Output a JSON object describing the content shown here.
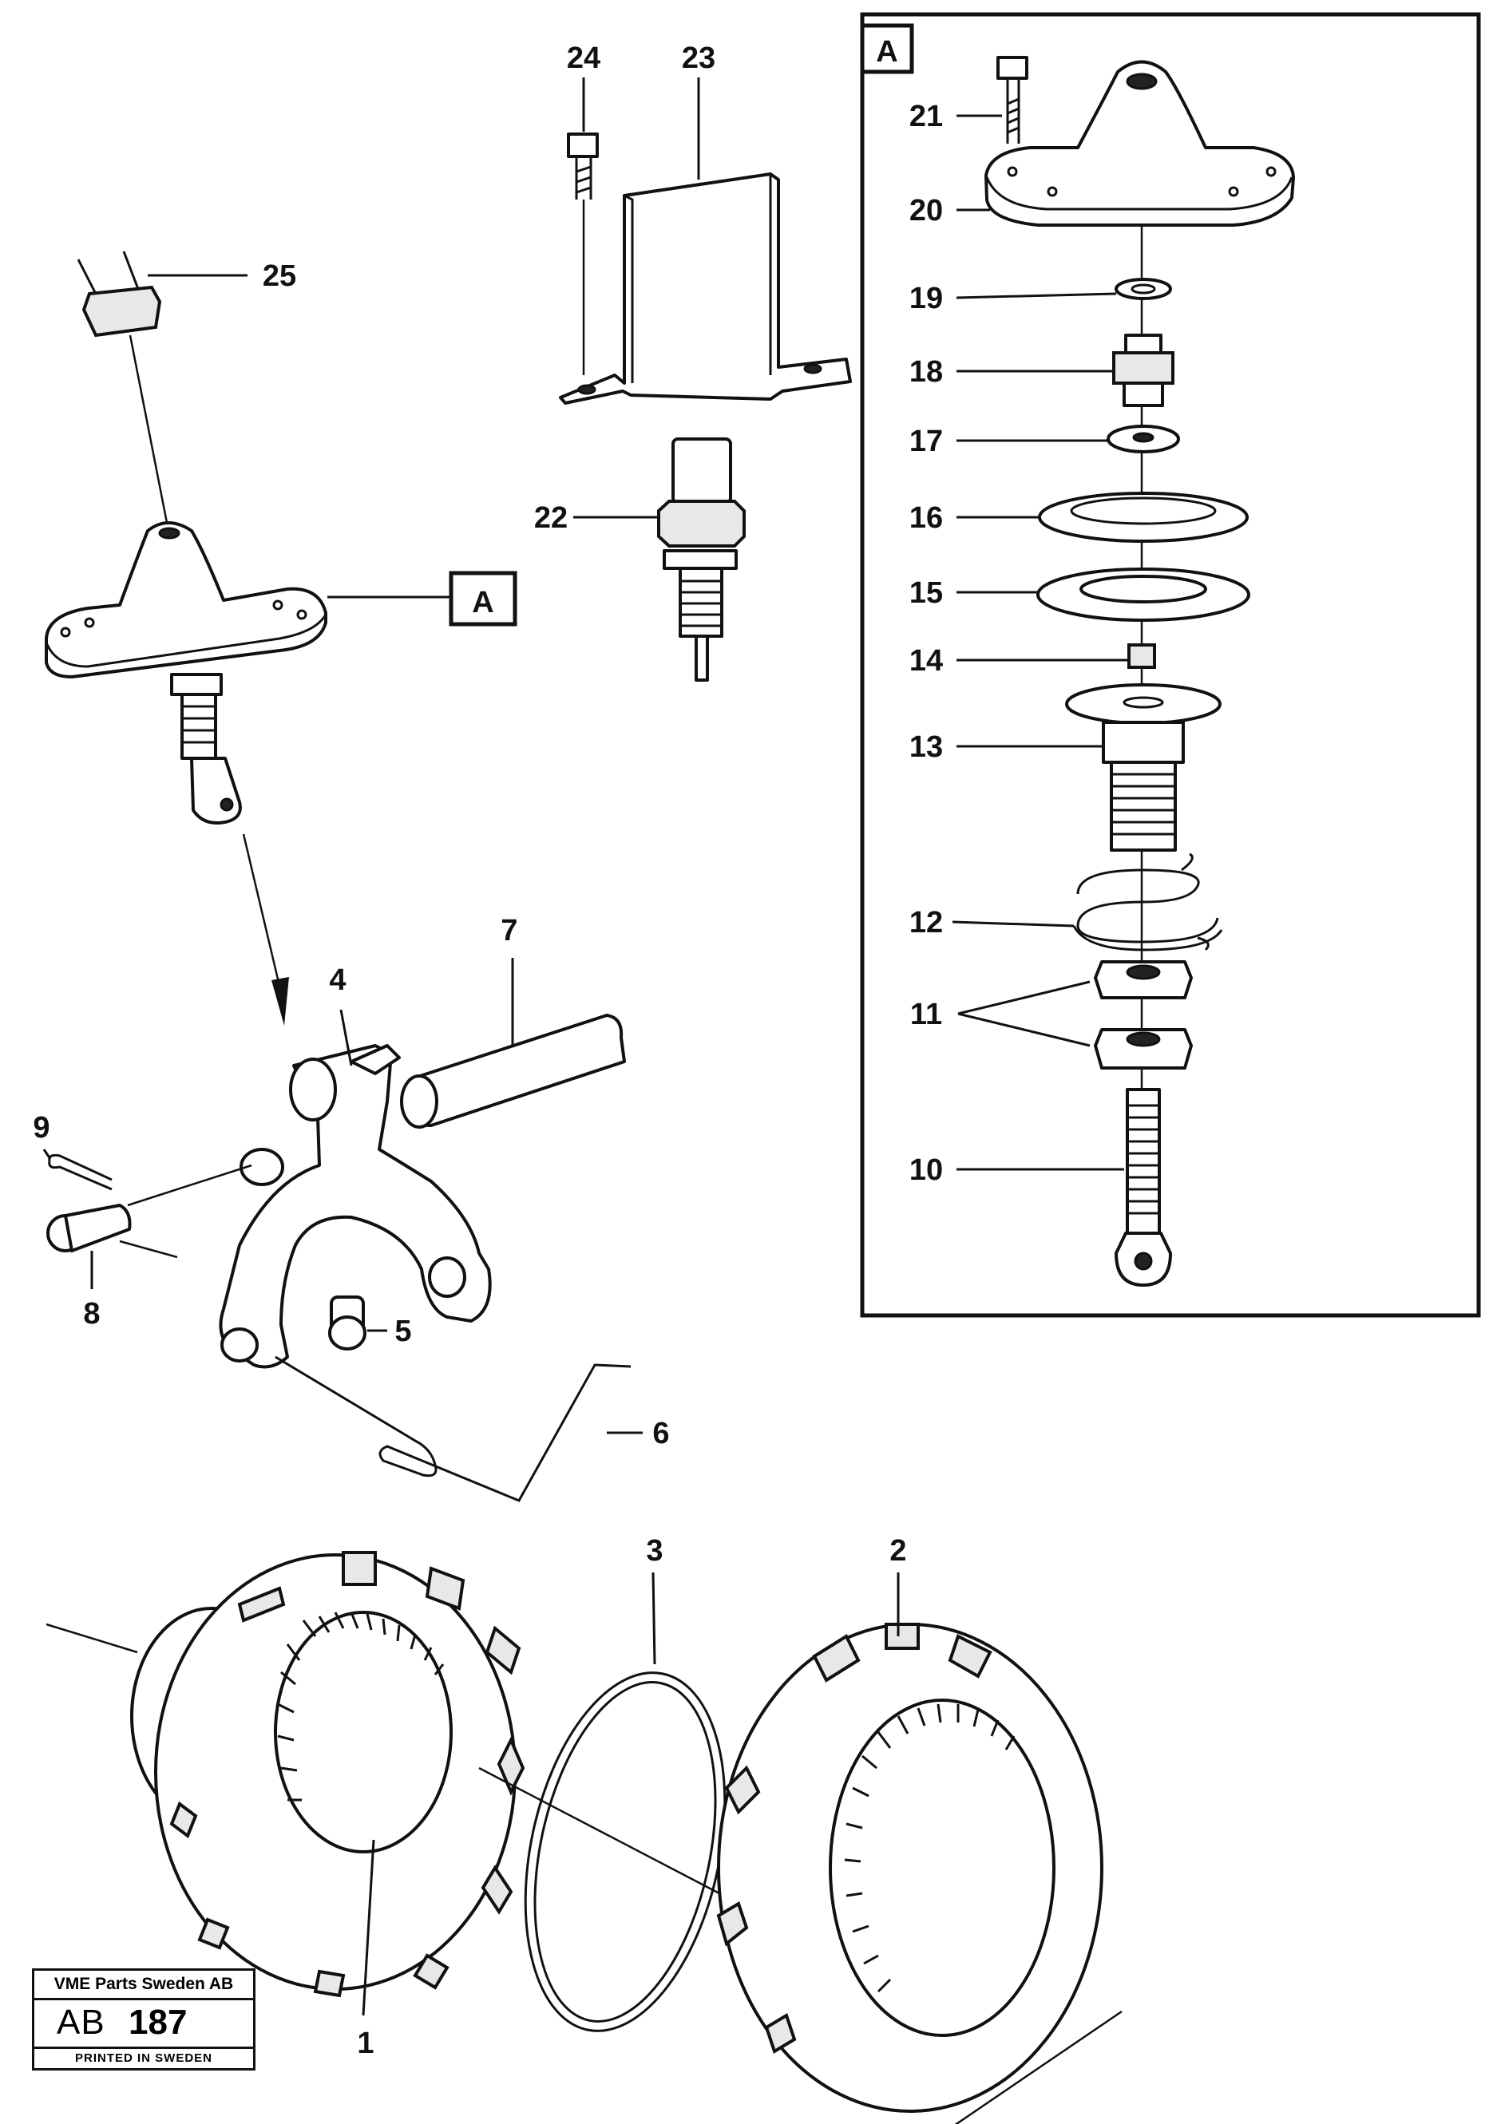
{
  "callouts": [
    "1",
    "2",
    "3",
    "4",
    "5",
    "6",
    "7",
    "8",
    "9",
    "10",
    "11",
    "12",
    "13",
    "14",
    "15",
    "16",
    "17",
    "18",
    "19",
    "20",
    "21",
    "22",
    "23",
    "24",
    "25"
  ],
  "detail": {
    "letter": "A"
  },
  "stamp": {
    "company": "VME Parts Sweden AB",
    "prefix": "AB",
    "number": "187",
    "footer": "PRINTED IN SWEDEN"
  }
}
